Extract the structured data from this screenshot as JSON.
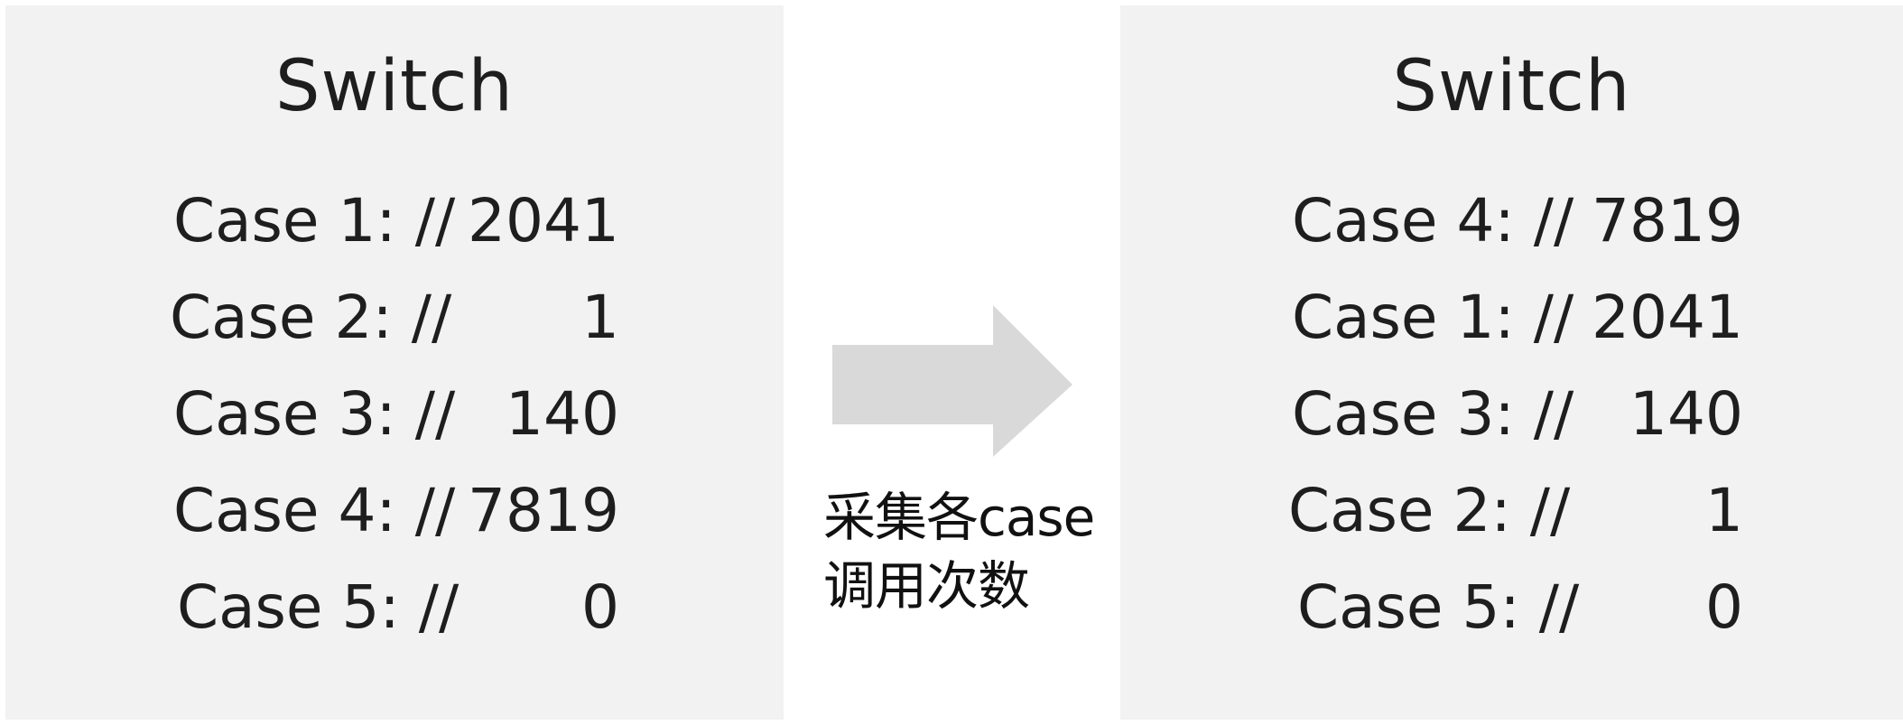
{
  "left_panel": {
    "title": "Switch",
    "rows": [
      {
        "label": "Case 1: //",
        "value": "2041"
      },
      {
        "label": "Case 2: //",
        "value": "1"
      },
      {
        "label": "Case 3: //",
        "value": "140"
      },
      {
        "label": "Case 4: //",
        "value": "7819"
      },
      {
        "label": "Case 5: //",
        "value": "0"
      }
    ]
  },
  "arrow": {
    "icon": "right-arrow-icon",
    "color": "#d9d9d9",
    "caption_line1": "采集各case",
    "caption_line2": "调用次数"
  },
  "right_panel": {
    "title": "Switch",
    "rows": [
      {
        "label": "Case 4: //",
        "value": "7819"
      },
      {
        "label": "Case 1: //",
        "value": "2041"
      },
      {
        "label": "Case 3: //",
        "value": "140"
      },
      {
        "label": "Case 2: //",
        "value": "1"
      },
      {
        "label": "Case 5: //",
        "value": "0"
      }
    ]
  },
  "colors": {
    "panel_bg": "#f2f2f2",
    "text": "#1e1e1e",
    "arrow": "#d9d9d9"
  }
}
